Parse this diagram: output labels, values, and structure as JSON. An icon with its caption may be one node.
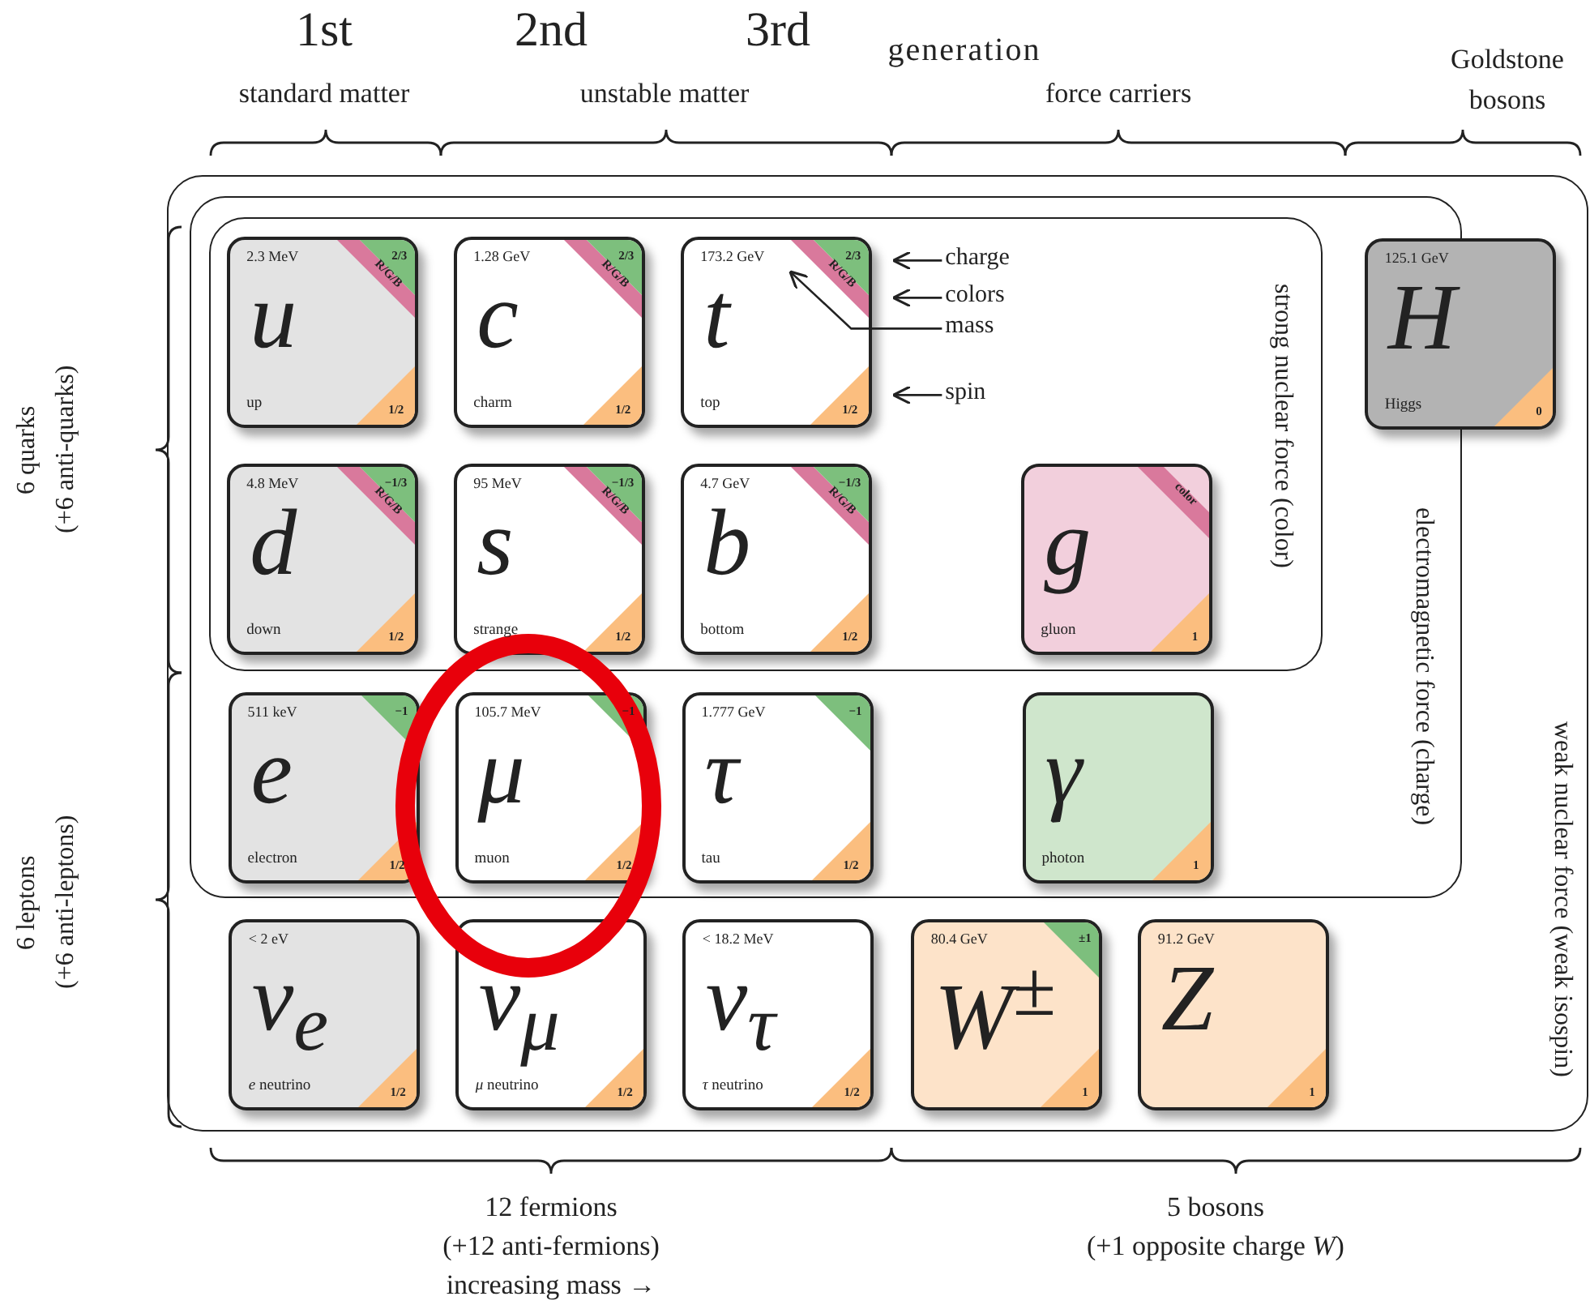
{
  "diagram": {
    "nodes": [
      {
        "text": [
          "weak nuclear force (weak isospin)"
        ]
      },
      {
        "text": [
          "electromagnetic force (charge)"
        ],
        "in": 0
      },
      {
        "text": [
          "strong nuclear force (color)"
        ],
        "in": 1
      },
      {
        "text": [
          "2.3 MeV",
          "u",
          "up",
          "2/3",
          "R/G/B",
          "1/2"
        ],
        "in": 2
      },
      {
        "text": [
          "1.28 GeV",
          "c",
          "charm",
          "2/3",
          "R/G/B",
          "1/2"
        ],
        "in": 2
      },
      {
        "text": [
          "173.2 GeV",
          "t",
          "top",
          "2/3",
          "R/G/B",
          "1/2"
        ],
        "in": 2
      },
      {
        "text": [
          "charge"
        ],
        "in": 2
      },
      {
        "text": [
          "colors"
        ],
        "in": 2
      },
      {
        "text": [
          "mass"
        ],
        "in": 2
      },
      {
        "text": [
          "spin"
        ],
        "in": 2
      },
      {
        "text": [
          "125.1 GeV",
          "H",
          "Higgs",
          "0"
        ],
        "in": 0
      },
      {
        "text": [
          "4.8 MeV",
          "d",
          "down",
          "−1/3",
          "R/G/B",
          "1/2"
        ],
        "in": 2
      },
      {
        "text": [
          "95 MeV",
          "s",
          "strange",
          "−1/3",
          "R/G/B",
          "1/2"
        ],
        "in": 2
      },
      {
        "text": [
          "4.7 GeV",
          "b",
          "bottom",
          "−1/3",
          "R/G/B",
          "1/2"
        ],
        "in": 2
      },
      {
        "text": [
          "g",
          "gluon",
          "color",
          "1"
        ],
        "in": 2
      },
      {
        "text": [
          "511 keV",
          "e",
          "electron",
          "−1",
          "1/2"
        ],
        "in": 1
      },
      {
        "text": [
          "105.7 MeV",
          "μ",
          "muon",
          "−1",
          "1/2"
        ],
        "in": 1
      },
      {
        "text": [
          "1.777 GeV",
          "τ",
          "tau",
          "−1",
          "1/2"
        ],
        "in": 1
      },
      {
        "text": [
          "γ",
          "photon",
          "1"
        ],
        "in": 1
      },
      {
        "text": [
          "< 2 eV",
          "ν$_{e}$",
          "*e* neutrino",
          "1/2"
        ],
        "in": 0
      },
      {
        "text": [
          "ν$_{μ}$",
          "*μ* neutrino",
          "1/2"
        ],
        "in": 0
      },
      {
        "text": [
          "< 18.2 MeV",
          "ν$_{τ}$",
          "*τ* neutrino",
          "1/2"
        ],
        "in": 0
      },
      {
        "text": [
          "80.4 GeV",
          "W$^{±}$",
          "±1",
          "1"
        ],
        "in": 0
      },
      {
        "text": [
          "91.2 GeV",
          "Z",
          "1"
        ],
        "in": 0
      }
    ],
    "edges": [
      {
        "from": 6,
        "to": 5,
        "arrow": "to"
      },
      {
        "from": 7,
        "to": 5,
        "arrow": "to"
      },
      {
        "from": 8,
        "to": 5,
        "arrow": "to"
      },
      {
        "from": 9,
        "to": 5,
        "arrow": "to"
      }
    ],
    "labels": [
      "1st",
      "2nd",
      "3rd",
      "generation",
      "Goldstone bosons",
      "standard matter",
      "unstable matter",
      "force carriers",
      "6 quarks",
      "(+6 anti-quarks)",
      "6 leptons",
      "(+6 anti-leptons)",
      "12 fermions",
      "5 bosons",
      "(+12 anti-fermions)",
      "(+1 opposite charge *W*)",
      "increasing mass →"
    ]
  }
}
